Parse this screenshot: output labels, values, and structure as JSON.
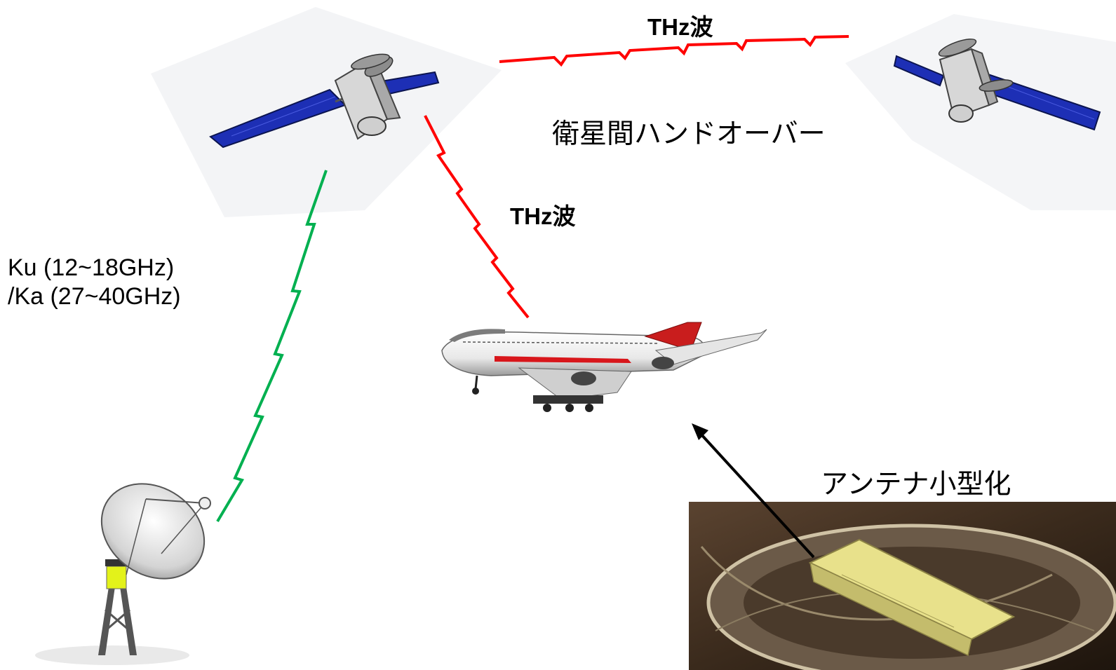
{
  "labels": {
    "thz_top": "THz波",
    "thz_mid": "THz波",
    "handover": "衛星間ハンドオーバー",
    "band_line1": "Ku (12~18GHz)",
    "band_line2": "/Ka (27~40GHz)",
    "antenna": "アンテナ小型化"
  },
  "colors": {
    "thz_link": "#ff0000",
    "ground_link": "#00b050",
    "arrow": "#000000",
    "solar_panel": "#1d2fb5",
    "satellite_body": "#d7d7d7",
    "plane_accent": "#d8161b"
  },
  "icons": [
    "satellite-icon",
    "satellite-icon",
    "airplane-icon",
    "ground-dish-icon",
    "antenna-photo"
  ]
}
